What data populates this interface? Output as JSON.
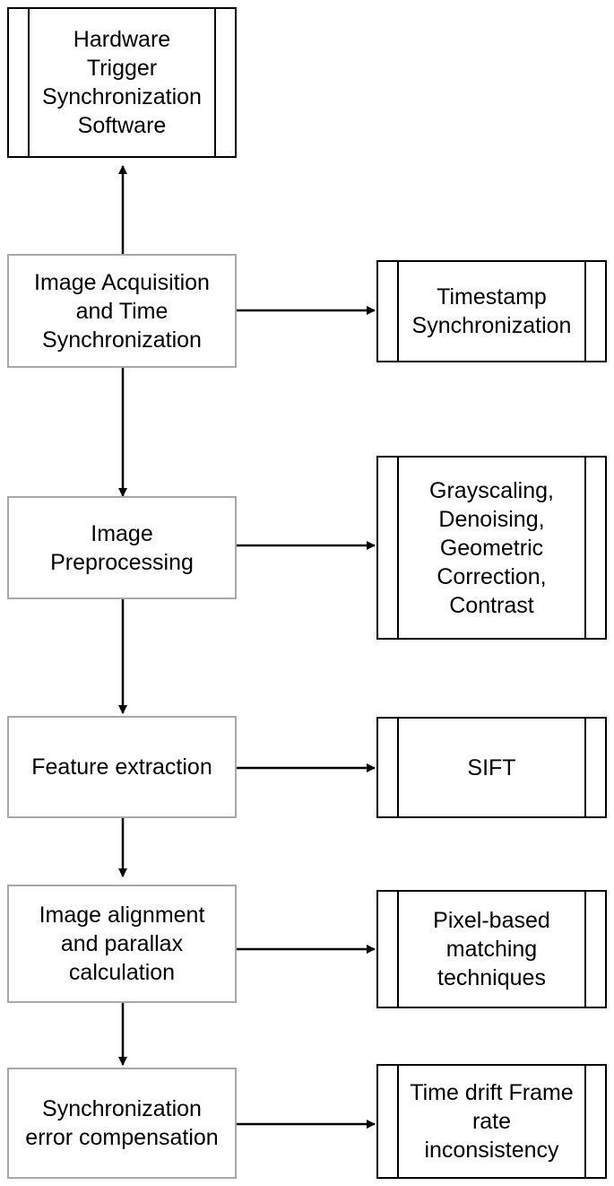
{
  "nodes": {
    "hardware_trigger": "Hardware\nTrigger\nSynchronization\nSoftware",
    "image_acquisition": "Image Acquisition\nand Time\nSynchronization",
    "timestamp_sync": "Timestamp\nSynchronization",
    "image_preprocessing": "Image\nPreprocessing",
    "preprocessing_methods": "Grayscaling,\nDenoising,\nGeometric\nCorrection,\nContrast",
    "feature_extraction": "Feature extraction",
    "sift": "SIFT",
    "image_alignment": "Image alignment\nand parallax\ncalculation",
    "pixel_matching": "Pixel-based\nmatching\ntechniques",
    "sync_error_comp": "Synchronization\nerror compensation",
    "time_drift": "Time drift Frame\nrate\ninconsistency"
  },
  "colors": {
    "process_border": "#a8a8a8",
    "subroutine_border": "#000000",
    "arrow": "#000000"
  }
}
